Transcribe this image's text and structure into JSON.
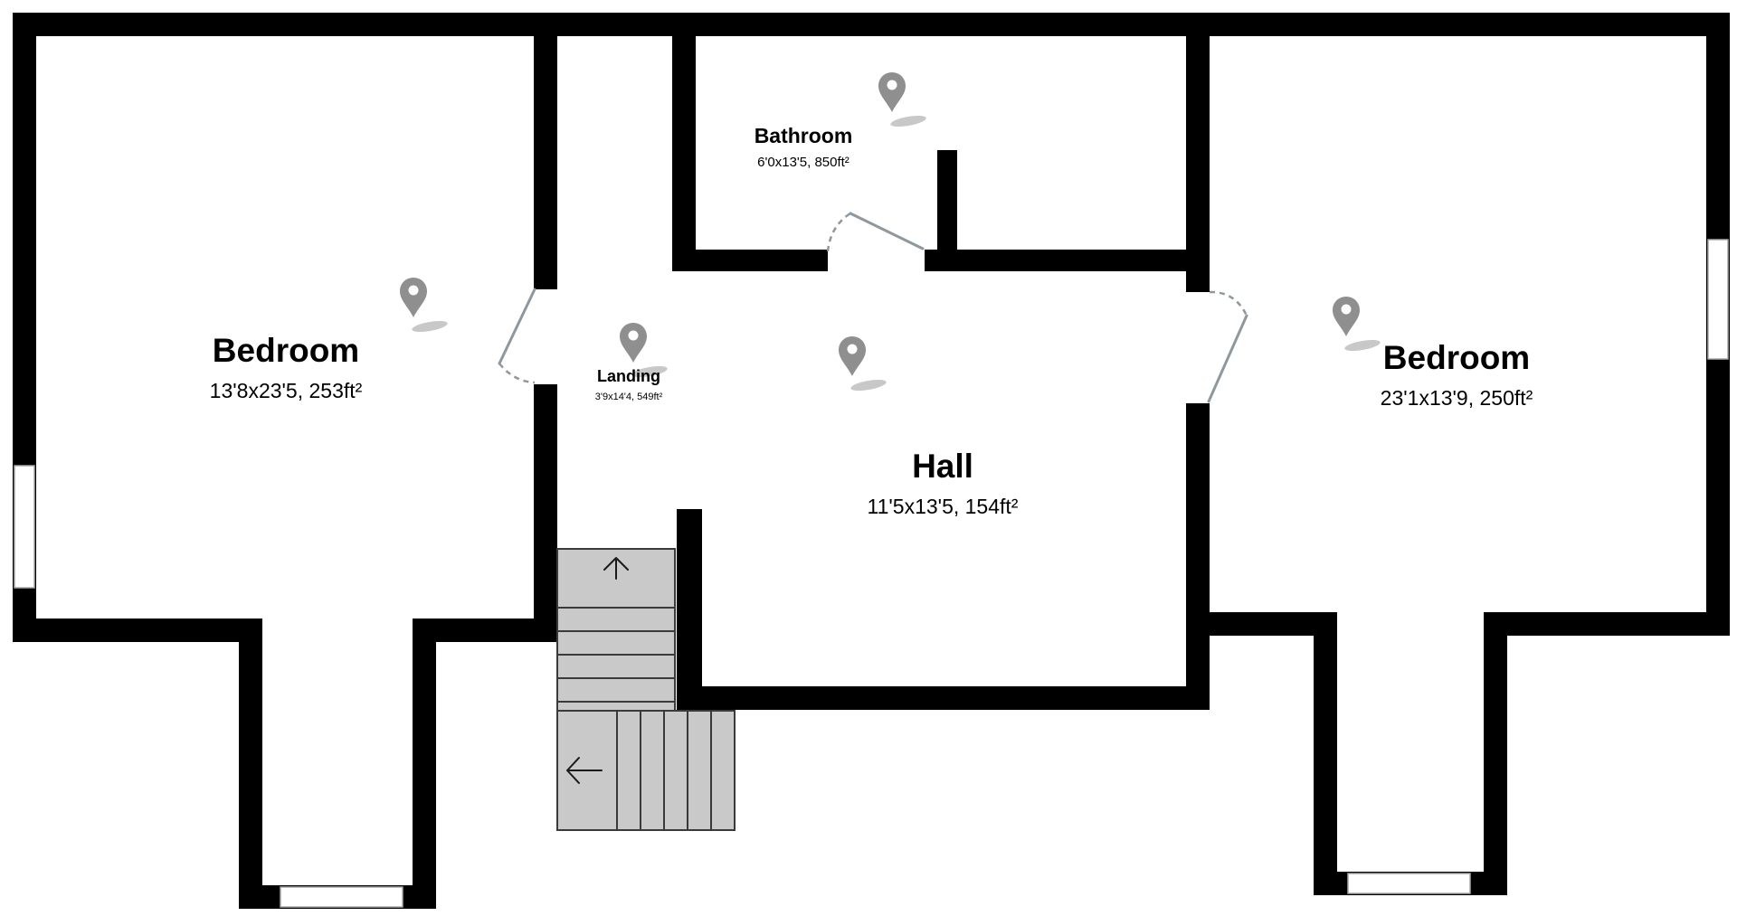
{
  "rooms": [
    {
      "id": "bedroom-left",
      "name": "Bedroom",
      "dimensions": "13'8x23'5, 253ft²"
    },
    {
      "id": "bathroom",
      "name": "Bathroom",
      "dimensions": "6'0x13'5, 850ft²"
    },
    {
      "id": "landing",
      "name": "Landing",
      "dimensions": "3'9x14'4, 549ft²"
    },
    {
      "id": "hall",
      "name": "Hall",
      "dimensions": "11'5x13'5, 154ft²"
    },
    {
      "id": "bedroom-right",
      "name": "Bedroom",
      "dimensions": "23'1x13'9, 250ft²"
    }
  ],
  "icons": {
    "location_pin": "map-pin-icon",
    "stair_up": "arrow-up-icon",
    "stair_left": "arrow-left-icon"
  },
  "colors": {
    "wall": "#000000",
    "background": "#ffffff",
    "stairs": "#c9c9c9",
    "pin": "#8f8f8f",
    "door": "#8e989e"
  }
}
